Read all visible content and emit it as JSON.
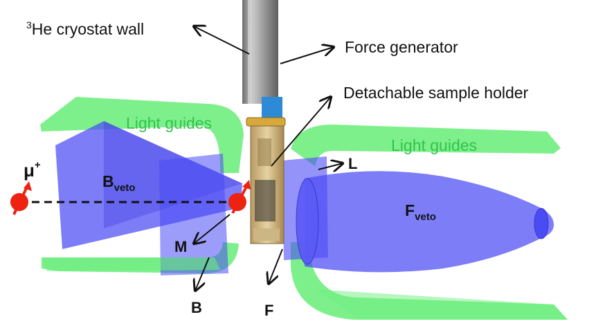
{
  "labels": {
    "cryostat_sup": "3",
    "cryostat_text": "He cryostat wall",
    "force_generator": "Force generator",
    "sample_holder": "Detachable sample holder",
    "light_guides_left": "Light guides",
    "light_guides_right": "Light guides",
    "muon_base": "μ",
    "muon_sup": "+",
    "bveto_base": "B",
    "bveto_sub": "veto",
    "fveto_base": "F",
    "fveto_sub": "veto",
    "m": "M",
    "b": "B",
    "f": "F",
    "l": "L"
  },
  "colors": {
    "light_guide": "#6fee7f",
    "scintillator": "#4b4bf5",
    "muon": "#ee2211",
    "rod": "#8c8c8c"
  }
}
